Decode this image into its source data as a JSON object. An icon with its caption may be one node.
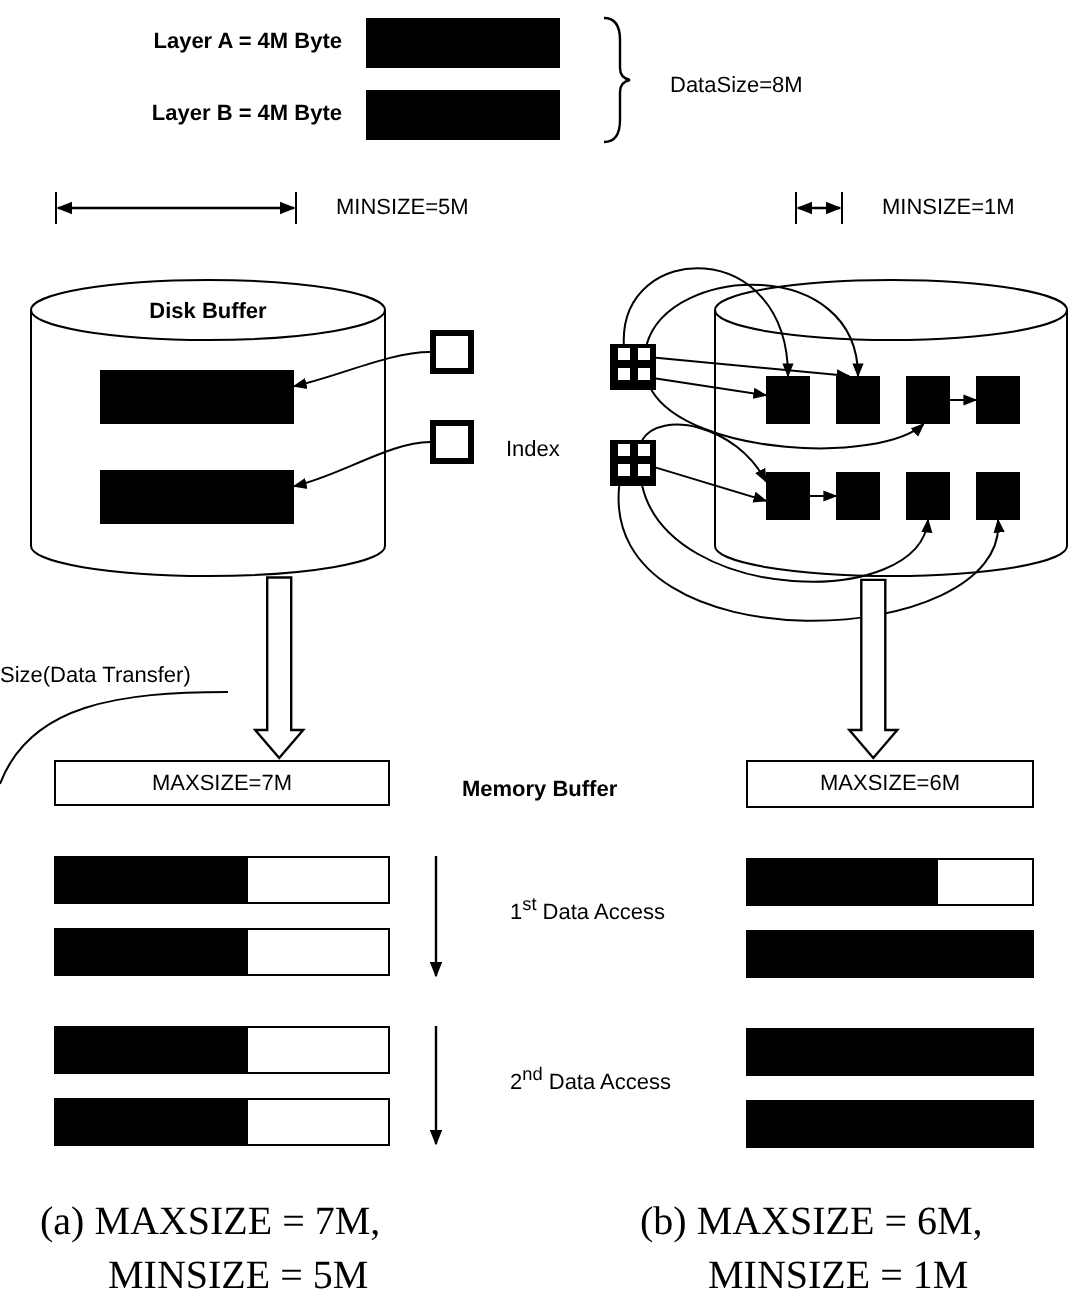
{
  "diagram": {
    "nodes": [
      {
        "text": [],
        "shape": "bar",
        "beside": [
          "Layer A = 4M Byte"
        ]
      },
      {
        "text": [],
        "shape": "bar",
        "beside": [
          "Layer B = 4M Byte"
        ]
      },
      {
        "text": [
          "Disk Buffer"
        ]
      },
      {
        "text": [],
        "shape": "bar",
        "in": 2
      },
      {
        "text": [],
        "shape": "bar",
        "in": 2
      },
      {
        "text": [],
        "shape": "box"
      },
      {
        "text": [],
        "shape": "box"
      },
      {
        "text": [],
        "shape": "box"
      },
      {
        "text": [],
        "shape": "cylinder"
      },
      {
        "text": [],
        "shape": "box",
        "in": 8
      },
      {
        "text": [],
        "shape": "box",
        "in": 8
      },
      {
        "text": [],
        "shape": "box",
        "in": 8
      },
      {
        "text": [],
        "shape": "box",
        "in": 8
      },
      {
        "text": [],
        "shape": "box"
      },
      {
        "text": [],
        "shape": "box",
        "in": 8
      },
      {
        "text": [],
        "shape": "box",
        "in": 8
      },
      {
        "text": [],
        "shape": "box",
        "in": 8
      },
      {
        "text": [],
        "shape": "box",
        "in": 8
      },
      {
        "text": [
          "Size(Data Transfer)"
        ]
      },
      {
        "text": [
          "MAXSIZE=7M"
        ]
      },
      {
        "text": [
          "MAXSIZE=6M"
        ]
      },
      {
        "text": [],
        "shape": "bar"
      },
      {
        "text": [],
        "shape": "bar"
      },
      {
        "text": [],
        "shape": "bar"
      },
      {
        "text": [],
        "shape": "bar"
      },
      {
        "text": [],
        "shape": "bar"
      },
      {
        "text": [],
        "shape": "bar"
      },
      {
        "text": [],
        "shape": "bar"
      },
      {
        "text": [],
        "shape": "bar"
      }
    ],
    "edges": [
      {
        "from": 5,
        "to": 3,
        "arrow": "to"
      },
      {
        "from": 6,
        "to": 4,
        "arrow": "to"
      },
      {
        "from": 7,
        "to": 9,
        "arrow": "to"
      },
      {
        "from": 7,
        "to": 10,
        "arrow": "to"
      },
      {
        "from": 7,
        "to": 10,
        "arrow": "to"
      },
      {
        "from": 7,
        "to": 9,
        "arrow": "to"
      },
      {
        "from": 7,
        "to": 11,
        "arrow": "to"
      },
      {
        "from": 11,
        "to": 12,
        "arrow": "to"
      },
      {
        "from": 13,
        "to": 14,
        "arrow": "to"
      },
      {
        "from": 13,
        "to": 14,
        "arrow": "to"
      },
      {
        "from": 14,
        "to": 15,
        "arrow": "to"
      },
      {
        "from": 13,
        "to": 16,
        "arrow": "to"
      },
      {
        "from": 13,
        "to": 17,
        "arrow": "to"
      },
      {
        "from": 2,
        "to": 19,
        "arrow": "to",
        "style": "thick"
      },
      {
        "from": 8,
        "to": 20,
        "arrow": "to",
        "style": "thick"
      },
      {
        "from": 18,
        "to": null,
        "arrow": "none"
      }
    ],
    "labels": [
      "DataSize=8M",
      "MINSIZE=5M",
      "MINSIZE=1M",
      "Index",
      "Memory Buffer",
      "1$^{st}$ Data Access",
      "2$^{nd}$ Data Access",
      "(a) MAXSIZE = 7M, MINSIZE = 5M",
      "(b) MAXSIZE = 6M, MINSIZE = 1M"
    ]
  }
}
